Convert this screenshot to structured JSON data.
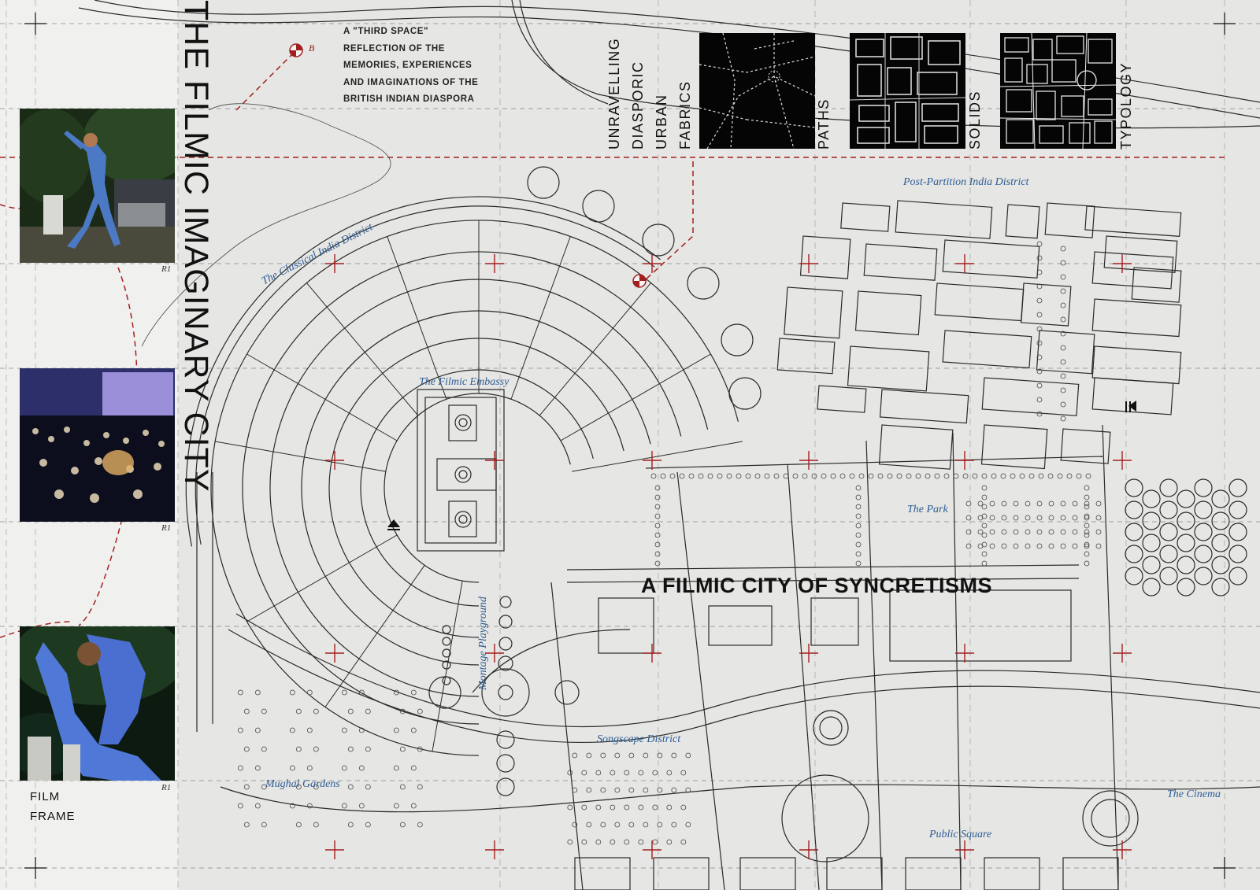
{
  "title": "THE FILMIC IMAGINARY CITY",
  "intro_lines": [
    "A \"THIRD SPACE\"",
    "REFLECTION OF THE",
    "MEMORIES, EXPERIENCES",
    "AND IMAGINATIONS OF THE",
    "BRITISH INDIAN DIASPORA"
  ],
  "sidebar": {
    "frame_label_line1": "FILM",
    "frame_label_line2": "FRAME",
    "reel_label": "R1"
  },
  "fabric_strip": {
    "words": [
      "UNRAVELLING",
      "DIASPORIC",
      "URBAN",
      "FABRICS"
    ],
    "panels": [
      "PATHS",
      "SOLIDS",
      "TYPOLOGY"
    ]
  },
  "headline": "A FILMIC CITY OF SYNCRETISMS",
  "markers": {
    "b": "B"
  },
  "districts": {
    "post_partition": "Post-Partition India District",
    "classical": "The Classical India District",
    "embassy": "The Filmic Embassy",
    "park": "The Park",
    "montage": "Montage Playground",
    "songscape": "Songscape District",
    "mughal": "Mughal Gardens",
    "public_square": "Public Square",
    "cinema": "The Cinema"
  },
  "colors": {
    "accent_red": "#a31f1f",
    "label_blue": "#2d5d95",
    "paper": "#e6e6e4",
    "ink": "#2a2a2a"
  },
  "icons": [
    "north-arrow-icon",
    "section-marker-icon",
    "play-marker-icon"
  ]
}
